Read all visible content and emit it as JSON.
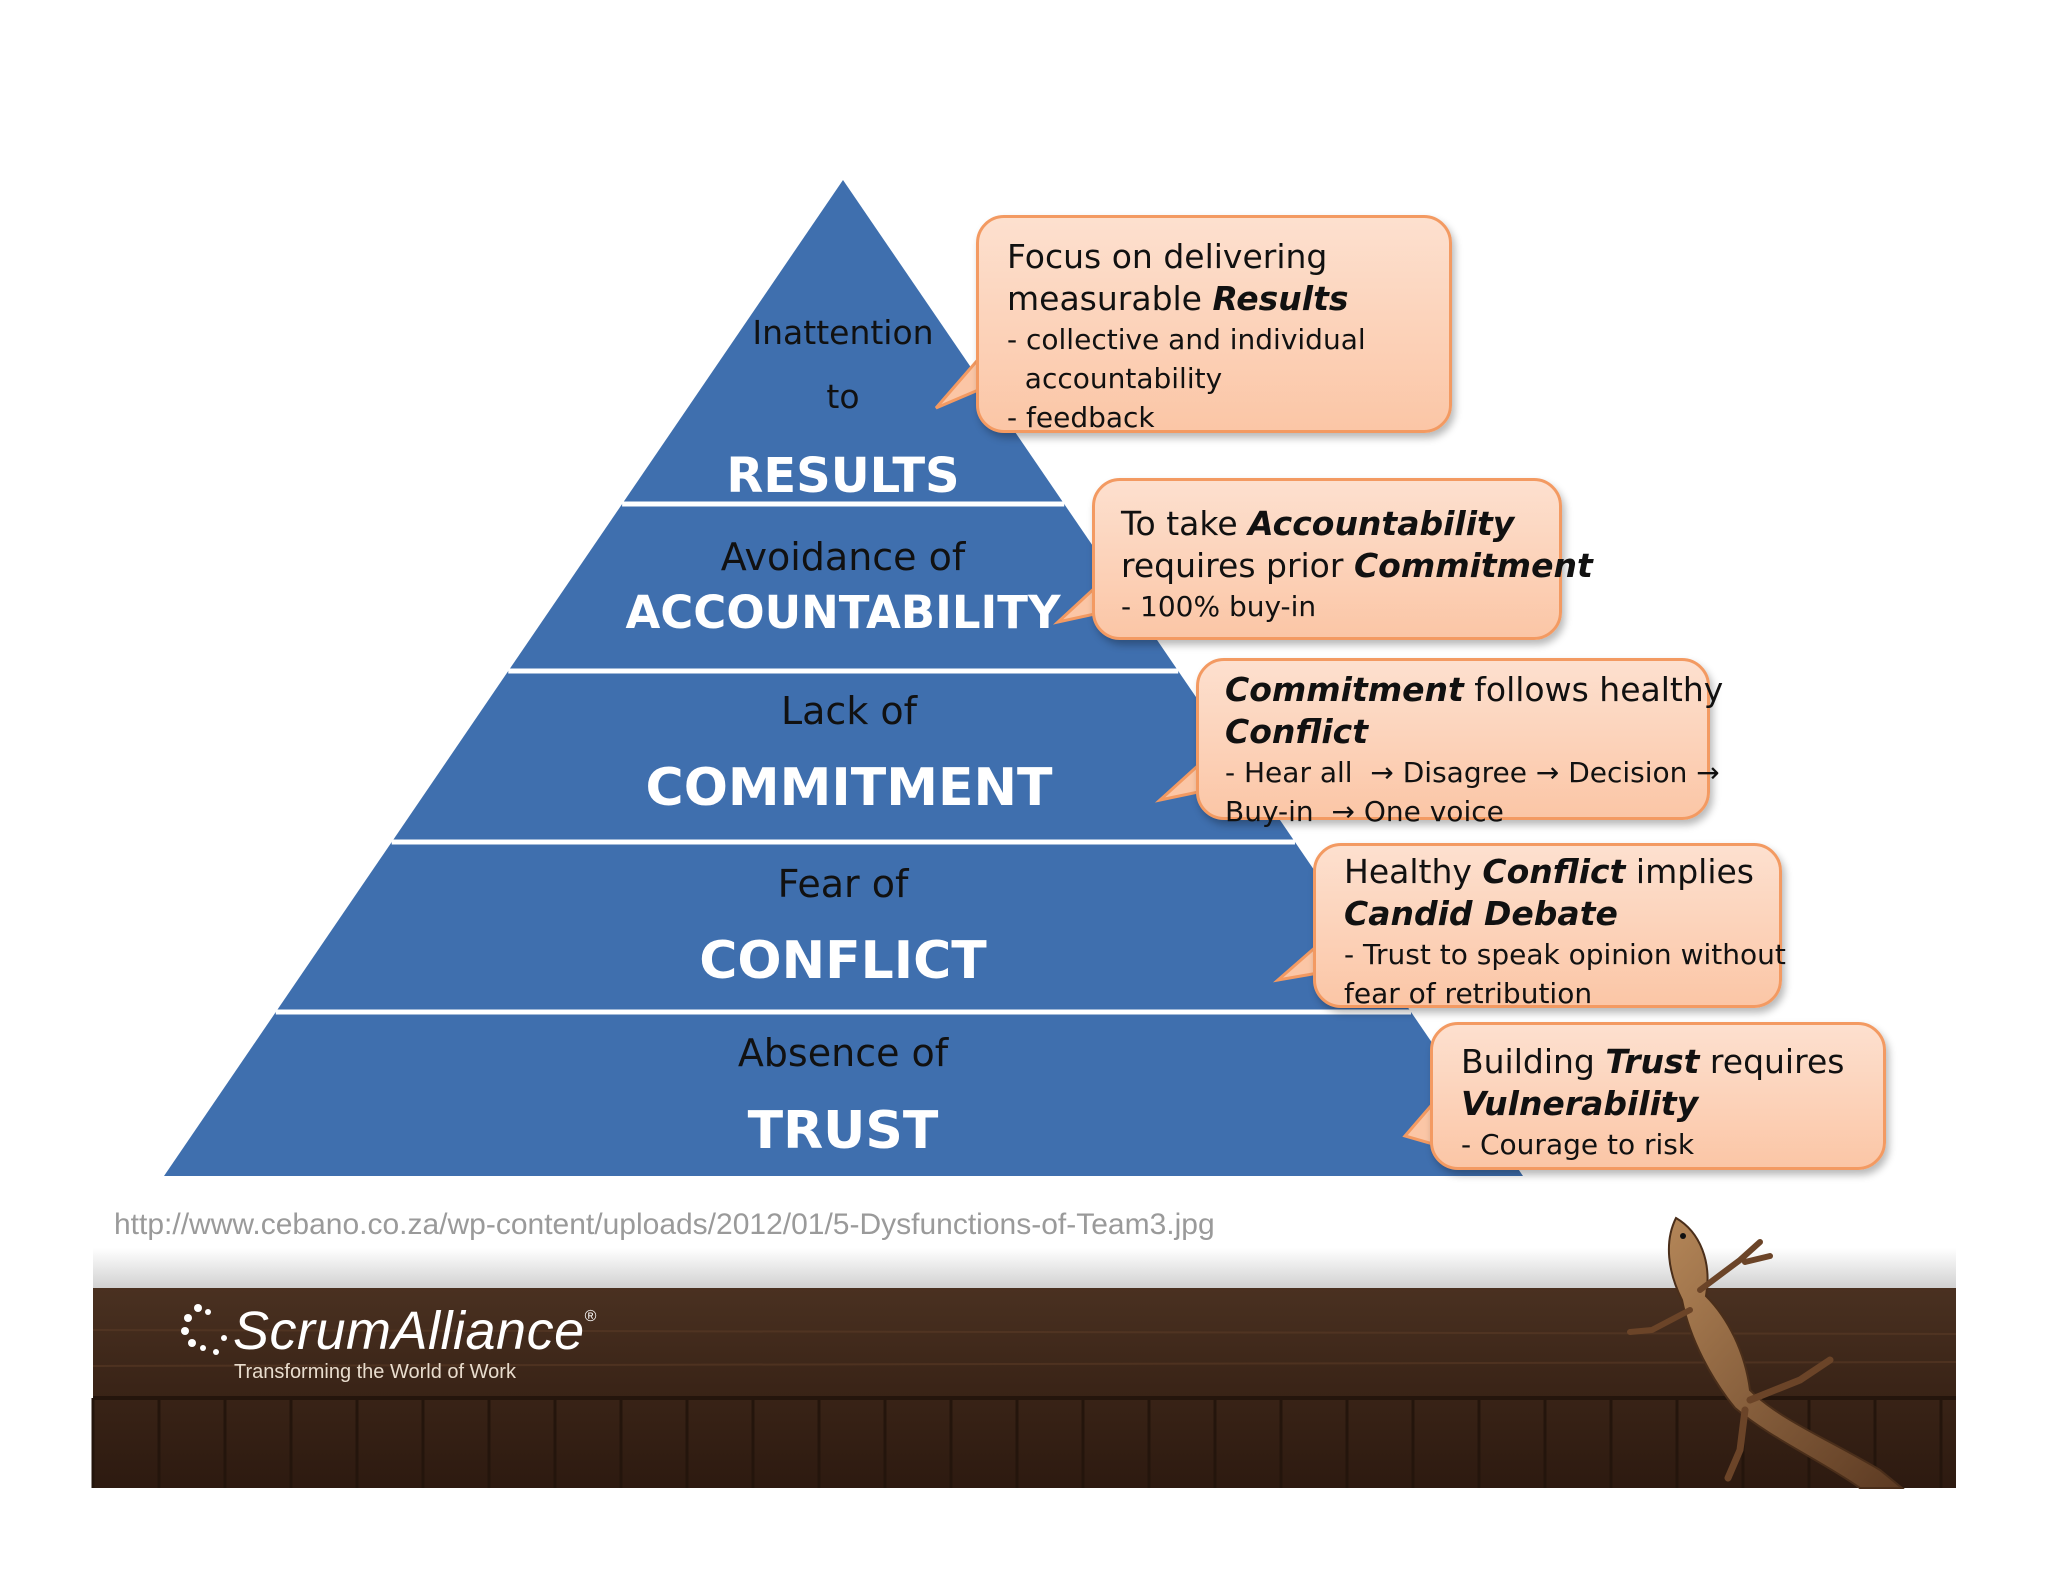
{
  "pyramid": {
    "levels": [
      {
        "prefix_lines": [
          "Inattention",
          "to"
        ],
        "main": "RESULTS"
      },
      {
        "prefix_lines": [
          "Avoidance of"
        ],
        "main": "ACCOUNTABILITY"
      },
      {
        "prefix_lines": [
          "Lack of"
        ],
        "main": "COMMITMENT"
      },
      {
        "prefix_lines": [
          "Fear of"
        ],
        "main": "CONFLICT"
      },
      {
        "prefix_lines": [
          "Absence of"
        ],
        "main": "TRUST"
      }
    ]
  },
  "callouts": [
    {
      "lines": [
        [
          {
            "t": "Focus on  delivering"
          }
        ],
        [
          {
            "t": "measurable "
          },
          {
            "t": "Results",
            "em": true
          }
        ]
      ],
      "subs": [
        "- collective and individual",
        "  accountability",
        "- feedback"
      ]
    },
    {
      "lines": [
        [
          {
            "t": "To take "
          },
          {
            "t": "Accountability",
            "em": true
          }
        ],
        [
          {
            "t": "requires prior "
          },
          {
            "t": "Commitment",
            "em": true
          }
        ]
      ],
      "subs": [
        "- 100% buy-in"
      ]
    },
    {
      "lines": [
        [
          {
            "t": "Commitment",
            "em": true
          },
          {
            "t": " follows healthy"
          }
        ],
        [
          {
            "t": "Conflict",
            "em": true
          }
        ]
      ],
      "subs": [
        "- Hear all  → Disagree → Decision →",
        "Buy-in  → One voice"
      ]
    },
    {
      "lines": [
        [
          {
            "t": "Healthy "
          },
          {
            "t": "Conflict",
            "em": true
          },
          {
            "t": " implies"
          }
        ],
        [
          {
            "t": "Candid Debate",
            "em": true
          }
        ]
      ],
      "subs": [
        "- Trust to speak opinion without",
        "fear of retribution"
      ]
    },
    {
      "lines": [
        [
          {
            "t": "Building "
          },
          {
            "t": "Trust",
            "em": true
          },
          {
            "t": " requires"
          }
        ],
        [
          {
            "t": "Vulnerability",
            "em": true
          }
        ]
      ],
      "subs": [
        "- Courage to risk"
      ]
    }
  ],
  "source_url": "http://www.cebano.co.za/wp-content/uploads/2012/01/5-Dysfunctions-of-Team3.jpg",
  "footer": {
    "brand": "ScrumAlliance",
    "registered_mark": "®",
    "tagline": "Transforming the World of Work"
  },
  "colors": {
    "pyramid_fill": "#3f6fae",
    "pyramid_divider": "#ffffff",
    "callout_fill": "#fbc6a6",
    "callout_border": "#f39a62",
    "wood_dark": "#3a2518"
  }
}
